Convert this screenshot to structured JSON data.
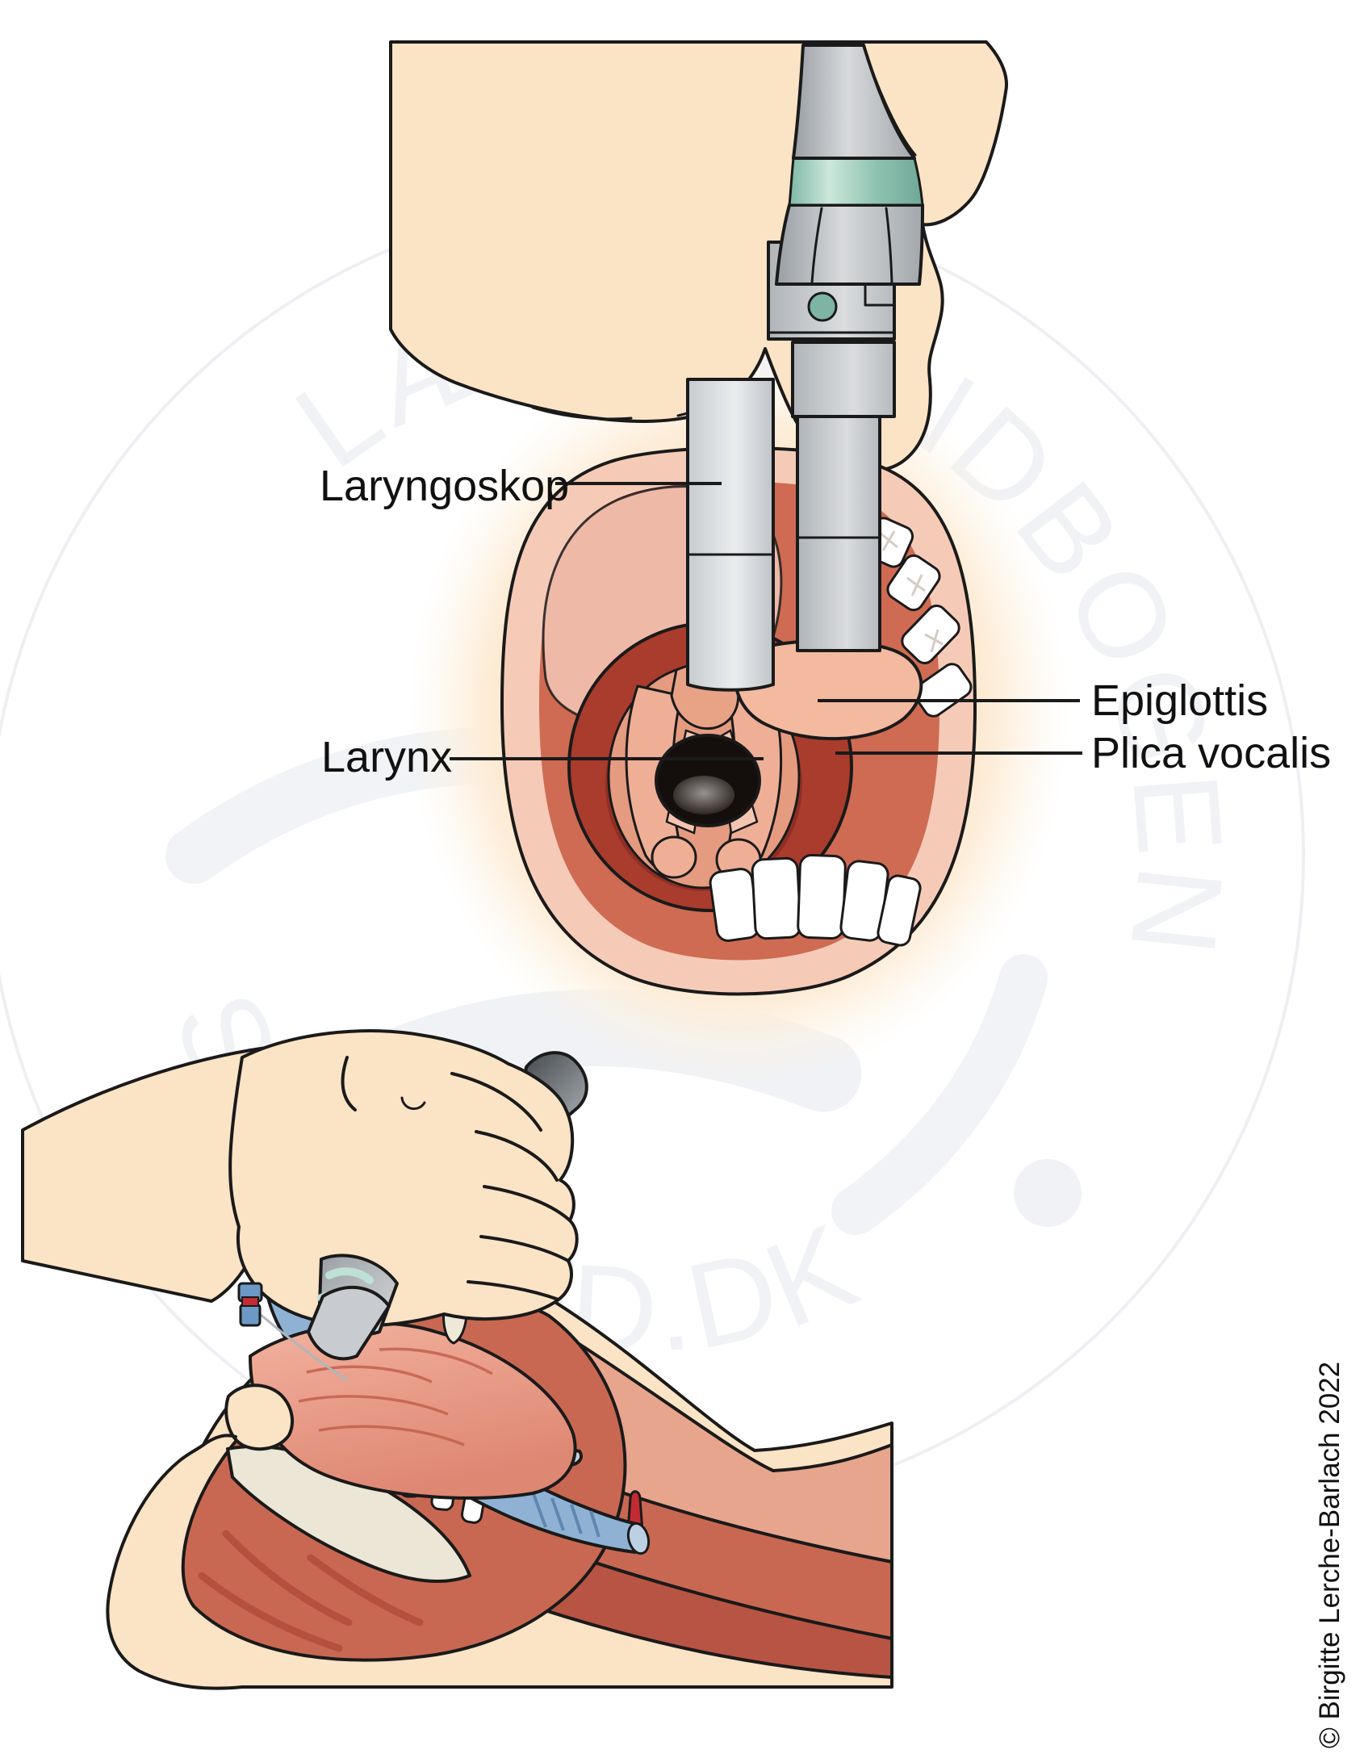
{
  "figure": {
    "labels": {
      "laryngoskop": "Laryngoskop",
      "larynx": "Larynx",
      "epiglottis": "Epiglottis",
      "plica_vocalis": "Plica vocalis"
    },
    "credit": "© Birgitte Lerche-Barlach 2022",
    "watermark": {
      "arc_top": "LÆGEHÅNDBOGEN",
      "arc_bottom": "SUNDHED.DK"
    },
    "colors": {
      "skin": "#FBE3C5",
      "glow": "#F6BB8C",
      "lip_ring": "#F5CBB8",
      "mouth_red": "#CE6B52",
      "pharynx_dark": "#A93C2D",
      "larynx_pink": "#E59B80",
      "epiglottis_pink": "#F3BA9F",
      "metal_teal": "#8FC3B1",
      "tube_blue": "#8FB2D4",
      "spike_red": "#C22B33",
      "bone": "#EBE6D5",
      "outline": "#1A1A1A"
    }
  }
}
